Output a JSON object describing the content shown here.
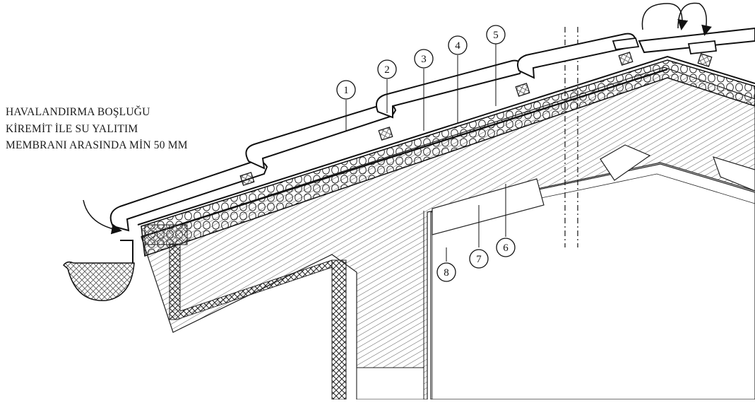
{
  "note": {
    "lines": [
      "HAVALANDIRMA BOŞLUĞU",
      "KİREMİT İLE SU YALITIM",
      "MEMBRANI ARASINDA MİN 50 MM"
    ]
  },
  "callouts": [
    "1",
    "2",
    "3",
    "4",
    "5",
    "6",
    "7",
    "8"
  ]
}
